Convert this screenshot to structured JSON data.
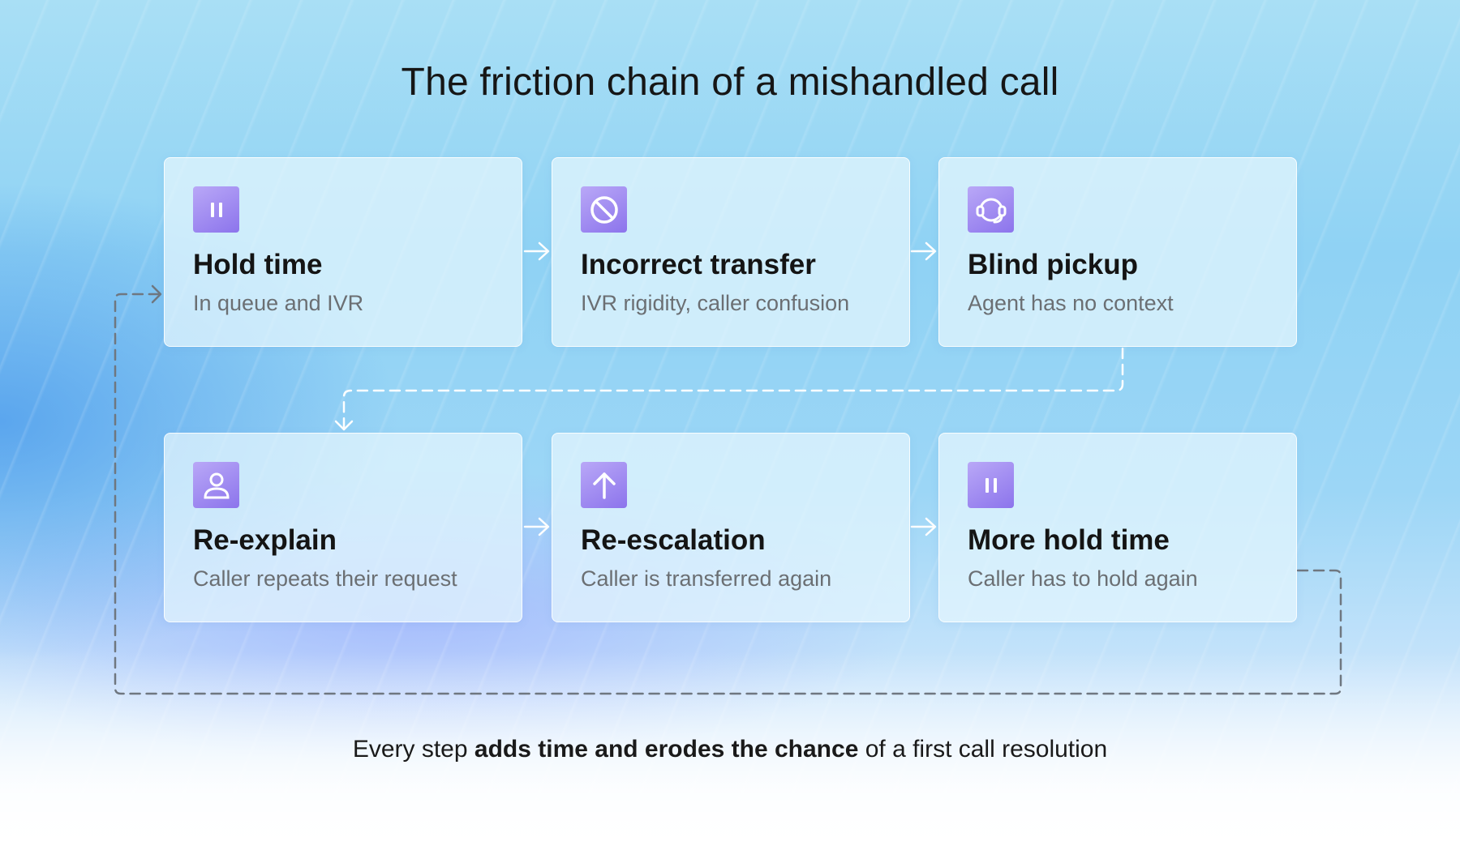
{
  "title": "The friction chain of a mishandled call",
  "accent_color": "#8c74ec",
  "cards": [
    {
      "icon": "pause-icon",
      "title": "Hold time",
      "subtitle": "In queue and IVR"
    },
    {
      "icon": "no-entry-icon",
      "title": "Incorrect transfer",
      "subtitle": "IVR rigidity, caller confusion"
    },
    {
      "icon": "headset-icon",
      "title": "Blind pickup",
      "subtitle": "Agent has no context"
    },
    {
      "icon": "person-icon",
      "title": "Re-explain",
      "subtitle": "Caller repeats their request"
    },
    {
      "icon": "arrow-up-icon",
      "title": "Re-escalation",
      "subtitle": "Caller is transferred again"
    },
    {
      "icon": "pause-icon",
      "title": "More hold time",
      "subtitle": "Caller has to hold again"
    }
  ],
  "footer": {
    "before": "Every step ",
    "bold": "adds time and erodes the chance",
    "after": " of a first call resolution"
  }
}
